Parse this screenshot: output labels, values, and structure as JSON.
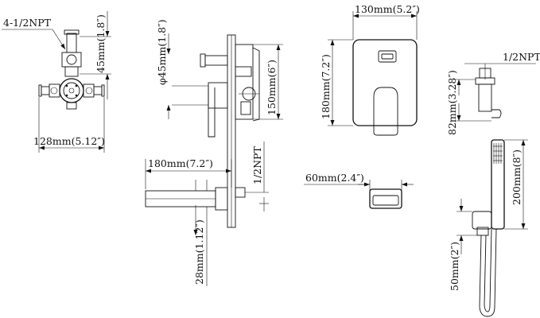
{
  "labels": {
    "valve_npt": "4-1/2NPT",
    "valve_height": "45mm(1.8″)",
    "valve_width": "128mm(5.12″)",
    "side_diameter": "φ45mm(1.8″)",
    "side_height": "150mm(6″)",
    "spout_length": "180mm(7.2″)",
    "spout_npt": "1/2NPT",
    "spout_height": "28mm(1.12″)",
    "plate_width": "130mm(5.2″)",
    "plate_height": "180mm(7.2″)",
    "spout_front_width": "60mm(2.4″)",
    "elbow_npt": "1/2NPT",
    "elbow_height": "82mm(3.28″)",
    "handshower_length": "200mm(8″)",
    "hose_holder_height": "50mm(2″)"
  }
}
